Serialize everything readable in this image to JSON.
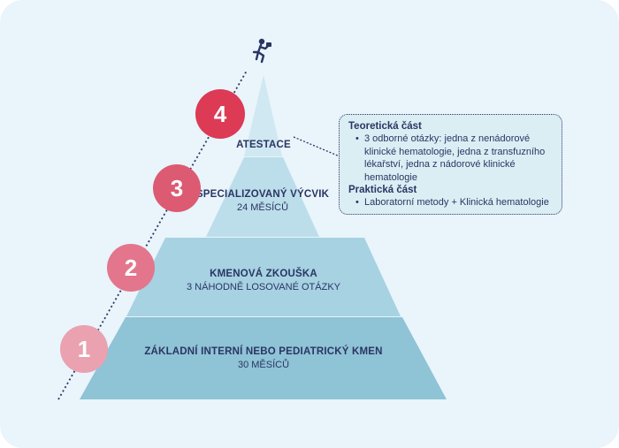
{
  "layers": [
    {
      "step": "1",
      "title": "ZÁKLADNÍ INTERNÍ NEBO PEDIATRICKÝ KMEN",
      "subtitle": "30 MĚSÍCŮ"
    },
    {
      "step": "2",
      "title": "KMENOVÁ ZKOUŠKA",
      "subtitle": "3 NÁHODNĚ LOSOVANÉ OTÁZKY"
    },
    {
      "step": "3",
      "title": "SPECIALIZOVANÝ VÝCVIK",
      "subtitle": "24 MĚSÍCŮ"
    },
    {
      "step": "4",
      "title": "ATESTACE",
      "subtitle": ""
    }
  ],
  "info": {
    "theory_heading": "Teoretická část",
    "theory_items": [
      "3 odborné otázky: jedna z nenádorové klinické hematologie, jedna z transfuzního lékařství, jedna z nádorové klinické hematologie"
    ],
    "practical_heading": "Praktická část",
    "practical_items": [
      "Laboratorní metody + Klinická hematologie"
    ]
  },
  "colors": {
    "background": "#e9f4fb",
    "layer1": "#8fc3d6",
    "layer2": "#a6d2e2",
    "layer3": "#bcdeea",
    "layer4": "#d0e8f1",
    "badge1": "#eaa1b0",
    "badge2": "#e3768c",
    "badge3": "#dc5a72",
    "badge4": "#dc3a55",
    "text": "#2a3563"
  },
  "icons": {
    "top_figure": "running-person-icon"
  }
}
